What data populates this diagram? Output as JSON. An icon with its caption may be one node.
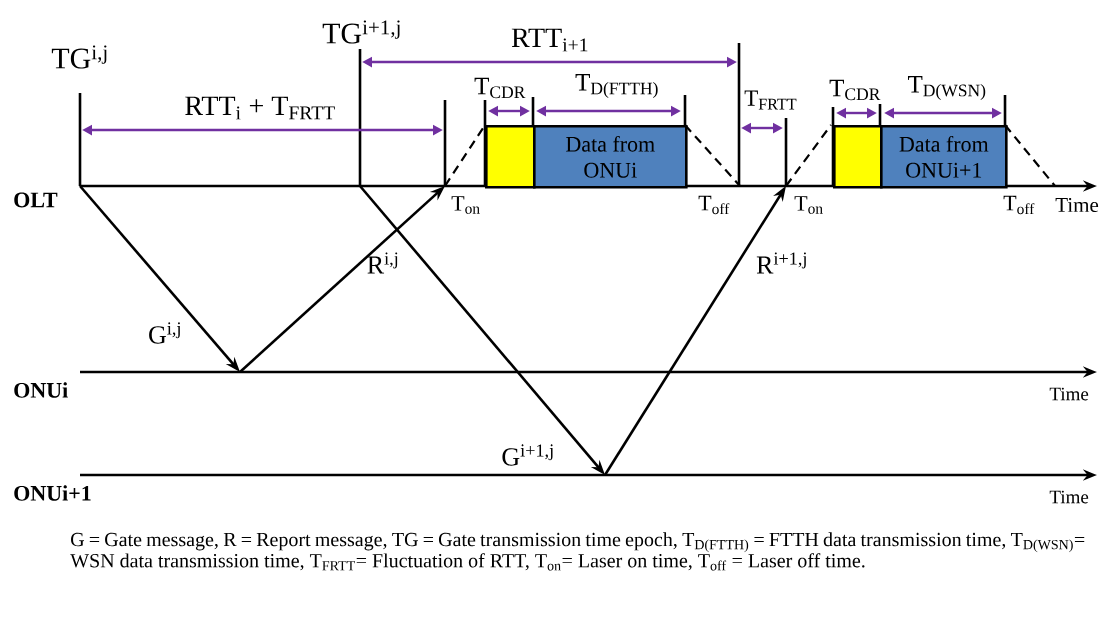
{
  "diagram": {
    "caption": "G = Gate message, R = Report message, TG = Gate transmission time epoch, T$_{D(FTTH)}$ = FTTH data transmission time, T$_{D(WSN)}$= WSN data transmission time, T$_{FRTT}$= Fluctuation of RTT, T$_{on}$= Laser on time, T$_{off}$ = Laser off time.",
    "nodes": [
      {
        "text": [],
        "shape": "box"
      },
      {
        "text": [
          "Data from ONUi"
        ]
      },
      {
        "text": [],
        "shape": "box"
      },
      {
        "text": [
          "Data from ONUi+1"
        ]
      }
    ],
    "labels": [
      "TG$^{i,j}$",
      "TG$^{i+1,j}$",
      "RTT$_{i+1}$",
      "RTT$_{i}$ + T$_{FRTT}$",
      "T$_{CDR}$",
      "T$_{D(FTTH)}$",
      "T$_{FRTT}$",
      "T$_{CDR}$",
      "T$_{D(WSN)}$",
      "OLT",
      "T$_{on}$",
      "T$_{off}$",
      "T$_{on}$",
      "T$_{off}$",
      "Time",
      "R$^{i,j}$",
      "R$^{i+1,j}$",
      "G$^{i,j}$",
      "ONUi",
      "Time",
      "G$^{i+1,j}$",
      "ONUi+1",
      "Time"
    ]
  }
}
